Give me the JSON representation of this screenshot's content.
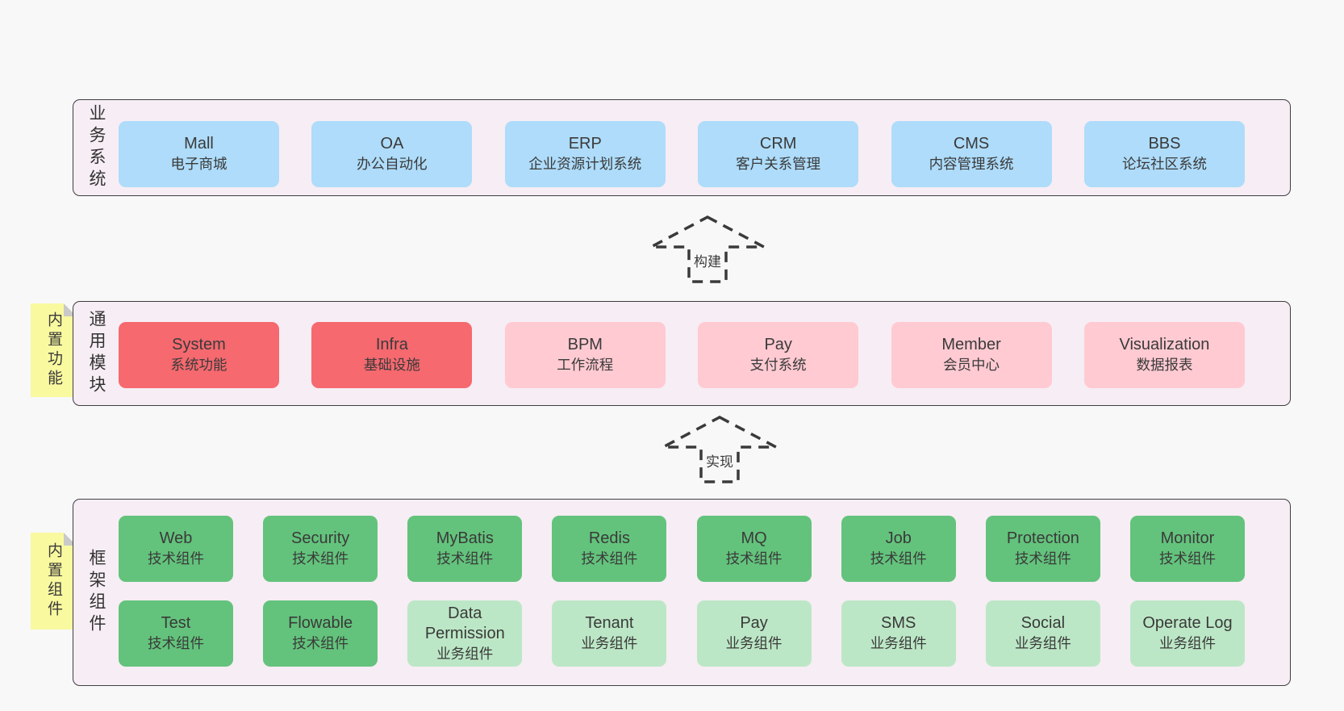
{
  "diagram": {
    "arrows": {
      "build": "构建",
      "implement": "实现"
    },
    "colors": {
      "page_bg": "#f8f8f8",
      "layer_bg": "#f7edf4",
      "layer_border": "#3f3f3f",
      "business_system_box": "#aedcfa",
      "core_module_box": "#f5696f",
      "optional_module_box": "#ffcad2",
      "tech_component_box": "#63c37c",
      "biz_component_box": "#bce7c6",
      "sticky_note": "#f9f9a0",
      "sticky_fold": "#c9c9c9",
      "text": "#3a3a3a"
    },
    "layer1": {
      "label": "业务系统",
      "boxes": [
        {
          "title": "Mall",
          "sub": "电子商城"
        },
        {
          "title": "OA",
          "sub": "办公自动化"
        },
        {
          "title": "ERP",
          "sub": "企业资源计划系统"
        },
        {
          "title": "CRM",
          "sub": "客户关系管理"
        },
        {
          "title": "CMS",
          "sub": "内容管理系统"
        },
        {
          "title": "BBS",
          "sub": "论坛社区系统"
        }
      ]
    },
    "layer2": {
      "label": "通用模块",
      "tag": "内置功能",
      "boxes": [
        {
          "title": "System",
          "sub": "系统功能"
        },
        {
          "title": "Infra",
          "sub": "基础设施"
        },
        {
          "title": "BPM",
          "sub": "工作流程"
        },
        {
          "title": "Pay",
          "sub": "支付系统"
        },
        {
          "title": "Member",
          "sub": "会员中心"
        },
        {
          "title": "Visualization",
          "sub": "数据报表"
        }
      ]
    },
    "layer3": {
      "label": "框架组件",
      "tag": "内置组件",
      "row1": [
        {
          "title": "Web",
          "sub": "技术组件"
        },
        {
          "title": "Security",
          "sub": "技术组件"
        },
        {
          "title": "MyBatis",
          "sub": "技术组件"
        },
        {
          "title": "Redis",
          "sub": "技术组件"
        },
        {
          "title": "MQ",
          "sub": "技术组件"
        },
        {
          "title": "Job",
          "sub": "技术组件"
        },
        {
          "title": "Protection",
          "sub": "技术组件"
        },
        {
          "title": "Monitor",
          "sub": "技术组件"
        }
      ],
      "row2": [
        {
          "title": "Test",
          "sub": "技术组件"
        },
        {
          "title": "Flowable",
          "sub": "技术组件"
        },
        {
          "title": "Data Permission",
          "sub": "业务组件"
        },
        {
          "title": "Tenant",
          "sub": "业务组件"
        },
        {
          "title": "Pay",
          "sub": "业务组件"
        },
        {
          "title": "SMS",
          "sub": "业务组件"
        },
        {
          "title": "Social",
          "sub": "业务组件"
        },
        {
          "title": "Operate Log",
          "sub": "业务组件"
        }
      ]
    }
  }
}
